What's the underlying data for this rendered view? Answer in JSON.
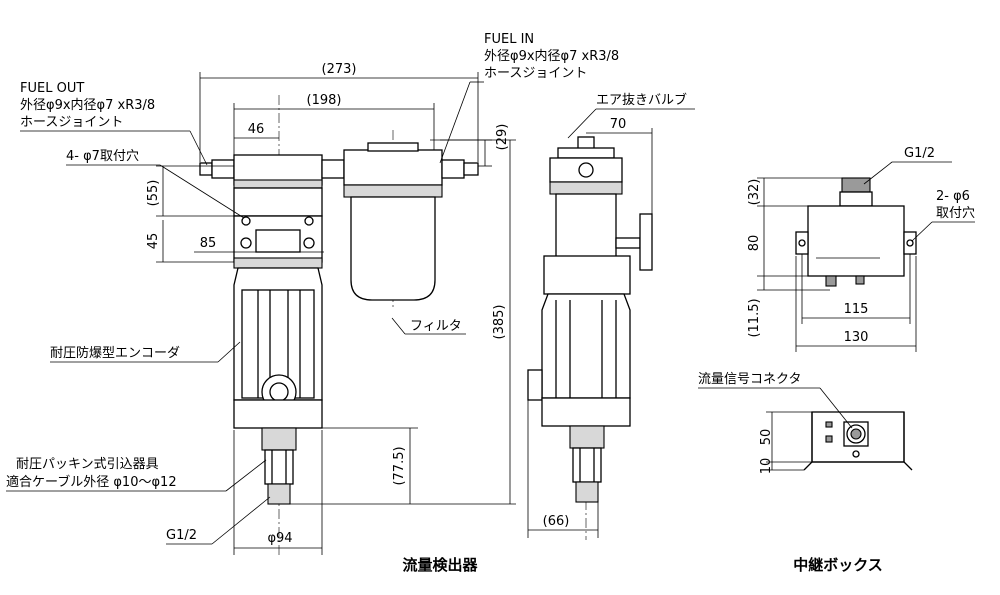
{
  "labels": {
    "fuel_out_1": "FUEL OUT",
    "fuel_out_2": "外径φ9x内径φ7 xR3/8",
    "fuel_out_3": "ホースジョイント",
    "fuel_in_1": "FUEL IN",
    "fuel_in_2": "外径φ9x内径φ7 xR3/8",
    "fuel_in_3": "ホースジョイント",
    "air_valve": "エア抜きバルブ",
    "mount_hole_flow": "4- φ7取付穴",
    "filter": "フィルタ",
    "encoder": "耐圧防爆型エンコーダ",
    "gland_1": "耐圧パッキン式引込器具",
    "gland_2": "適合ケーブル外径 φ10〜φ12",
    "g12_flow": "G1/2",
    "g12_box": "G1/2",
    "mount_hole_box_1": "2- φ6",
    "mount_hole_box_2": "取付穴",
    "connector": "流量信号コネクタ"
  },
  "dimensions": {
    "d273": "(273)",
    "d198": "(198)",
    "d46": "46",
    "d29": "(29)",
    "d55": "(55)",
    "d45": "45",
    "d85": "85",
    "d385": "(385)",
    "d775": "(77.5)",
    "d94": "φ94",
    "d70": "70",
    "d66": "(66)",
    "d32": "(32)",
    "d80": "80",
    "d115": "115",
    "d115b": "(11.5)",
    "d130": "130",
    "d50": "50",
    "d10": "10"
  },
  "captions": {
    "flow_detector": "流量検出器",
    "relay_box": "中継ボックス"
  }
}
